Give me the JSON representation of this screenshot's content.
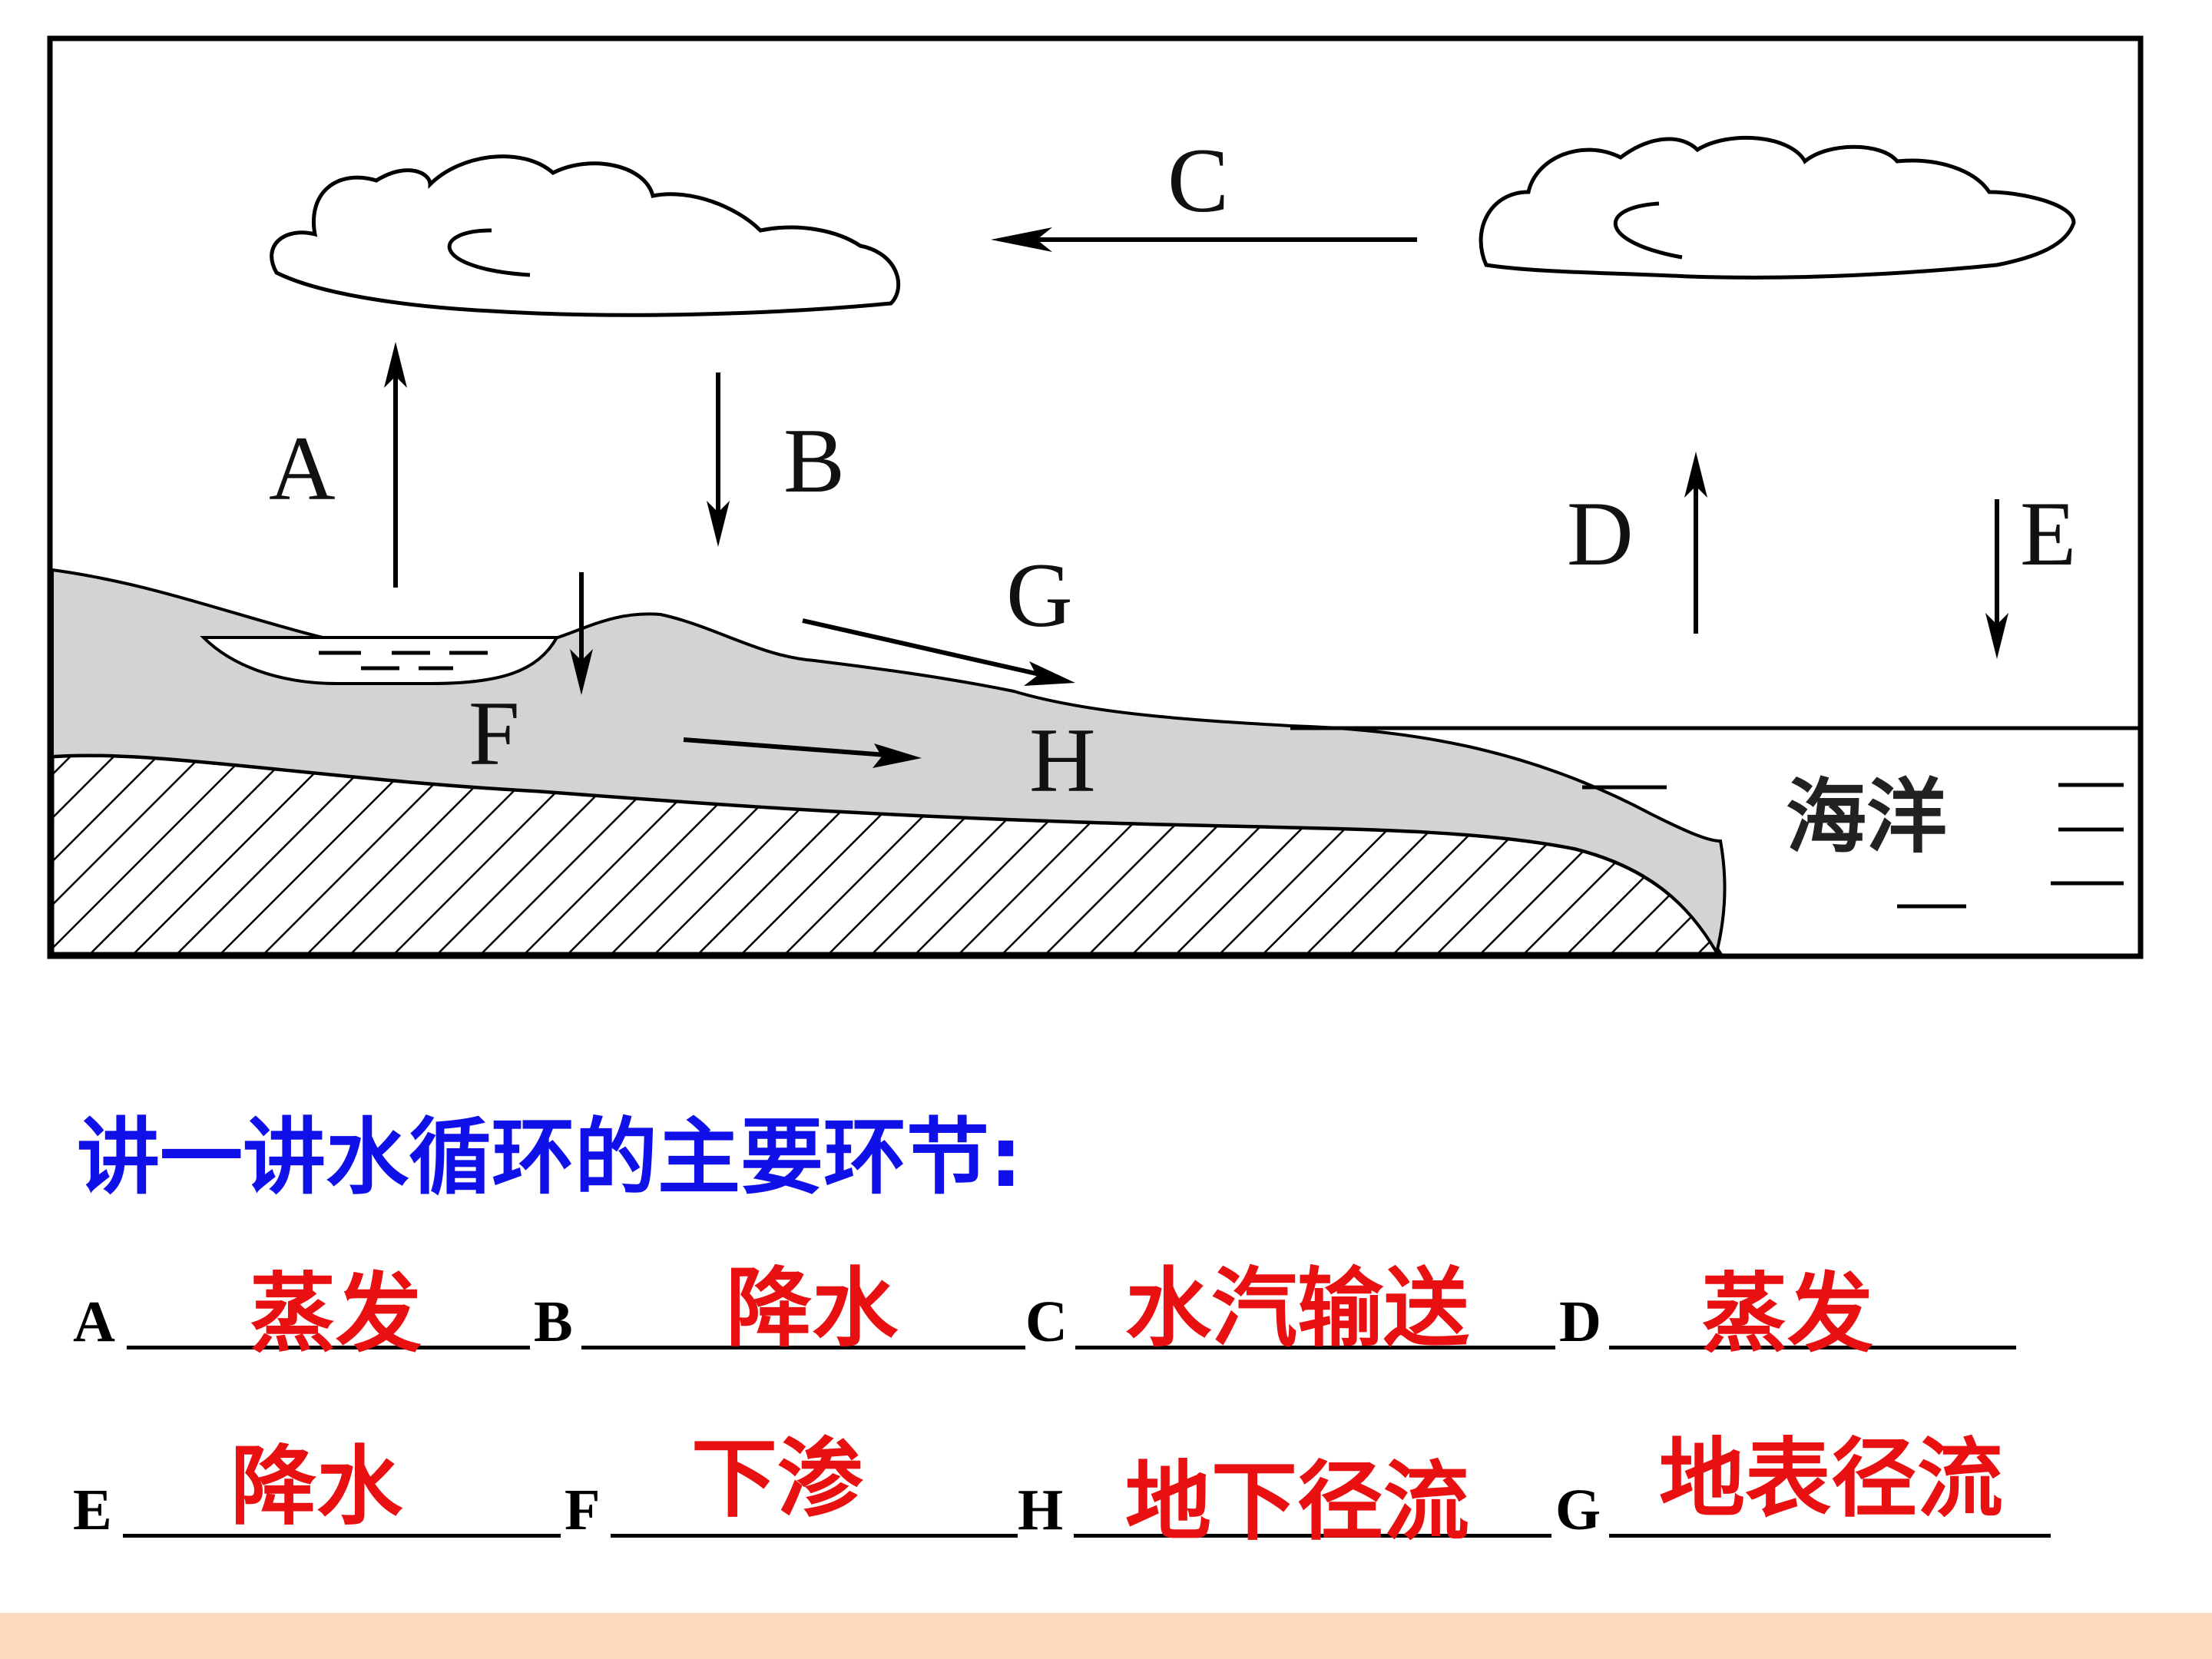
{
  "diagram": {
    "labels": {
      "A": "A",
      "B": "B",
      "C": "C",
      "D": "D",
      "E": "E",
      "F": "F",
      "G": "G",
      "H": "H",
      "ocean": "海洋"
    }
  },
  "question": "讲一讲水循环的主要环节:",
  "answers": [
    {
      "letter": "A",
      "answer": "蒸发"
    },
    {
      "letter": "B",
      "answer": "降水"
    },
    {
      "letter": "C",
      "answer": "水汽输送"
    },
    {
      "letter": "D",
      "answer": "蒸发"
    },
    {
      "letter": "E",
      "answer": "降水"
    },
    {
      "letter": "F",
      "answer": "下渗"
    },
    {
      "letter": "H",
      "answer": "地下径流"
    },
    {
      "letter": "G",
      "answer": "地表径流"
    }
  ],
  "colors": {
    "question": "#1010e8",
    "answer": "#e81010",
    "land": "#d3d3d3",
    "footer": "#fdd9bd"
  }
}
